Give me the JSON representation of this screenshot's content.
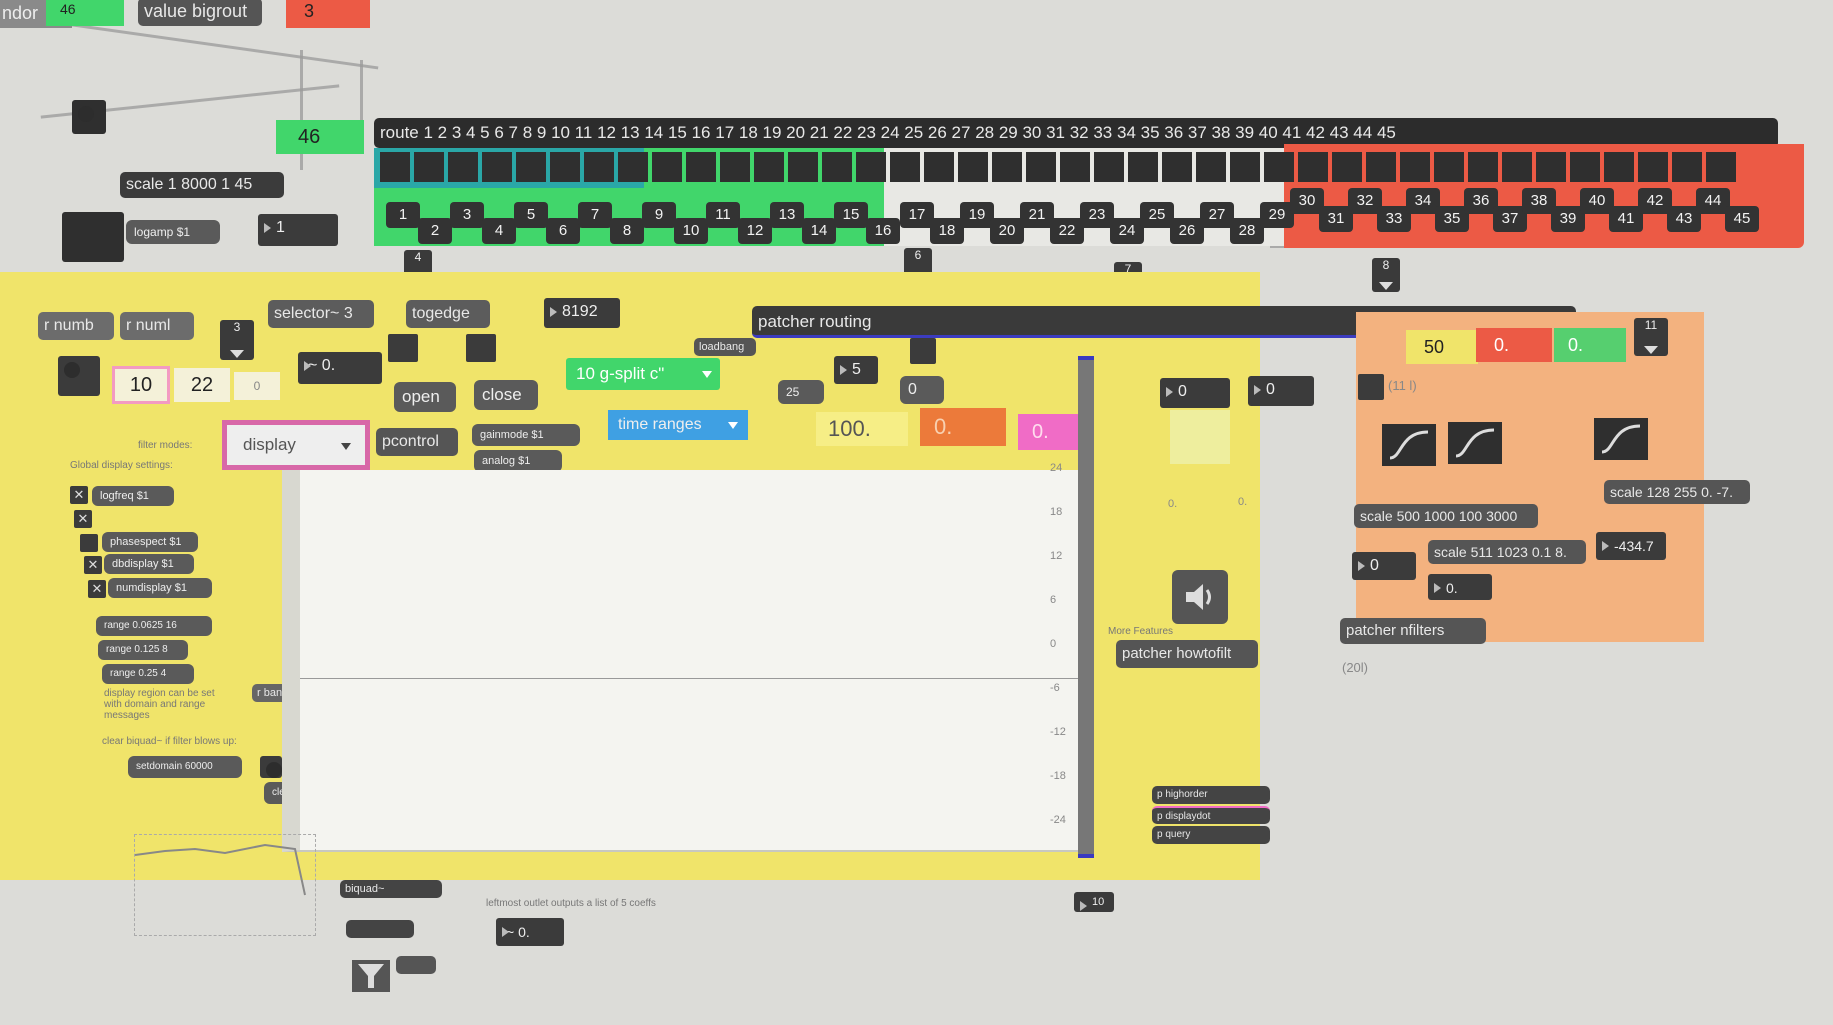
{
  "top": {
    "ndon_fragment": "ndor",
    "ndon_num": "46",
    "value_obj": "value bigrout",
    "red_num": "3",
    "num_46": "46",
    "route_obj": "route 1 2 3 4 5 6 7 8 9 10 11 12 13 14 15 16 17 18 19 20 21 22 23 24 25 26 27 28 29 30 31 32 33 34 35 36 37 38 39 40 41 42 43 44 45",
    "scale_obj": "scale 1 8000 1 45",
    "logamp_msg": "logamp $1",
    "num_1": "1"
  },
  "tiles_green": [
    "1",
    "2",
    "3",
    "4",
    "5",
    "6",
    "7",
    "8",
    "9",
    "10",
    "11",
    "12",
    "13",
    "14",
    "15",
    "16"
  ],
  "tiles_white": [
    "17",
    "18",
    "19",
    "20",
    "21",
    "22",
    "23",
    "24",
    "25",
    "26",
    "27",
    "28",
    "29"
  ],
  "tiles_red": [
    "30",
    "31",
    "32",
    "33",
    "34",
    "35",
    "36",
    "37",
    "38",
    "39",
    "40",
    "41",
    "42",
    "43",
    "44",
    "45"
  ],
  "gates": {
    "g4": "4",
    "g6": "6",
    "g7": "7",
    "g8": "8",
    "g3": "3",
    "g11": "11"
  },
  "yellow": {
    "r_numb": "r numb",
    "r_numl": "r numl",
    "selector": "selector~ 3",
    "togedge": "togedge",
    "num_8192": "8192",
    "num_10": "10",
    "num_22": "22",
    "num_0a": "0",
    "sig_0": "~ 0.",
    "open": "open",
    "close": "close",
    "loadbang": "loadbang",
    "gsplit_menu": "10 g-split c\"",
    "patcher_routing": "patcher routing",
    "num_5": "5",
    "num_25": "25",
    "num_0b": "0",
    "filter_modes": "filter modes:",
    "global_display": "Global display settings:",
    "display_menu": "display",
    "pcontrol": "pcontrol",
    "gainmode": "gainmode $1",
    "analog": "analog $1",
    "time_ranges": "time ranges",
    "num_100": "100.",
    "num_0_red": "0.",
    "num_0_pink": "0.",
    "logfreq": "logfreq $1",
    "phasespect": "phasespect $1",
    "dbdisplay": "dbdisplay $1",
    "numdisplay": "numdisplay $1",
    "range1": "range 0.0625 16",
    "range2": "range 0.125 8",
    "range3": "range 0.25 4",
    "display_note": "display region can be set with domain and range messages",
    "r_bang": "r bangl",
    "clear_note": "clear biquad~ if filter blows up:",
    "setdomain": "setdomain 60000",
    "clear": "clear",
    "biquad": "biquad~",
    "sig_0b": "~ 0.",
    "bottom_note": "leftmost outlet outputs a list of 5 coeffs",
    "num_0c": "0",
    "num_0d": "0",
    "small_0a": "0.",
    "small_0b": "0.",
    "more_features": "More Features",
    "patcher_howtofilt": "patcher howtofilt",
    "p_highorder": "p highorder",
    "p_displaydot": "p displaydot",
    "p_query": "p query",
    "num_10b": "10"
  },
  "filtergraph": {
    "ticks": [
      "24",
      "18",
      "12",
      "6",
      "0",
      "-6",
      "-12",
      "-18",
      "-24"
    ]
  },
  "orange": {
    "num_50": "50",
    "num_0_red": "0.",
    "num_0_green": "0.",
    "list_label": "(11 l)",
    "scale_500": "scale 500 1000 100 3000",
    "scale_128": "scale 128 255 0. -7.",
    "num_0": "0",
    "scale_511": "scale 511 1023 0.1 8.",
    "num_neg434": "-434.7",
    "num_0b": "0.",
    "patcher_nfilters": "patcher nfilters",
    "label_20": "(20l)"
  },
  "colors": {
    "yellow": "#f0e46a",
    "orange": "#f3b27f",
    "green": "#41d66b",
    "red": "#ec5a45",
    "teal": "#2aa7a7",
    "blue": "#3fa0e3",
    "pink": "#f06cc6"
  },
  "icons": [
    "speaker-icon",
    "curve-icon",
    "dropdown-arrow-icon",
    "toggle-x-icon"
  ]
}
